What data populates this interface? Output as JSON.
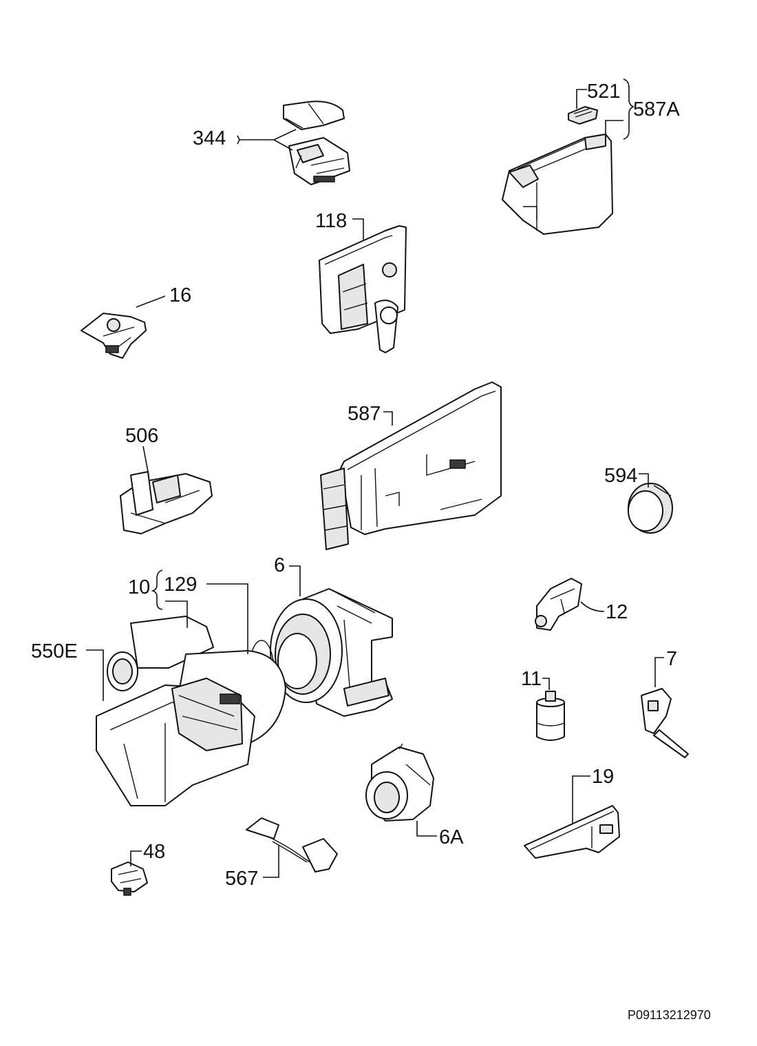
{
  "diagram": {
    "labels": {
      "l344": "344",
      "l521": "521",
      "l587a": "587A",
      "l118": "118",
      "l16": "16",
      "l506": "506",
      "l587": "587",
      "l594": "594",
      "l6": "6",
      "l10": "10",
      "l129": "129",
      "l550e": "550E",
      "l12": "12",
      "l11": "11",
      "l7": "7",
      "l19": "19",
      "l48": "48",
      "l567": "567",
      "l6a": "6A"
    },
    "drawing_code": "P09113212970"
  }
}
